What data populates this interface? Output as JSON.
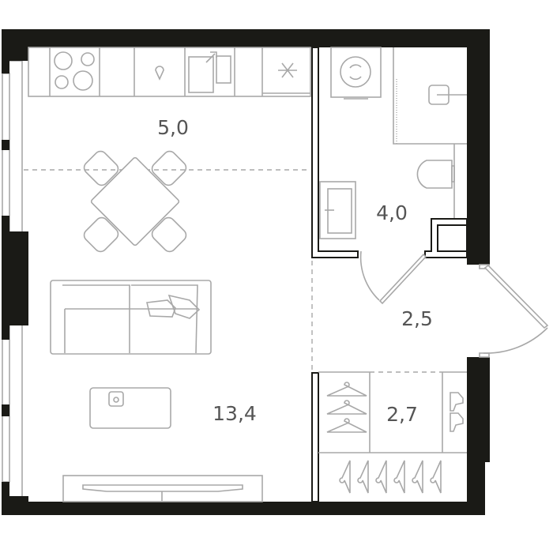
{
  "plan": {
    "rooms": [
      {
        "id": "kitchen",
        "area": "5,0"
      },
      {
        "id": "bathroom",
        "area": "4,0"
      },
      {
        "id": "hallway",
        "area": "2,5"
      },
      {
        "id": "wardrobe",
        "area": "2,7"
      },
      {
        "id": "living",
        "area": "13,4"
      }
    ],
    "colors": {
      "wall": "#1a1a16",
      "furniture": "#a8a8a8",
      "label": "#555555"
    }
  }
}
